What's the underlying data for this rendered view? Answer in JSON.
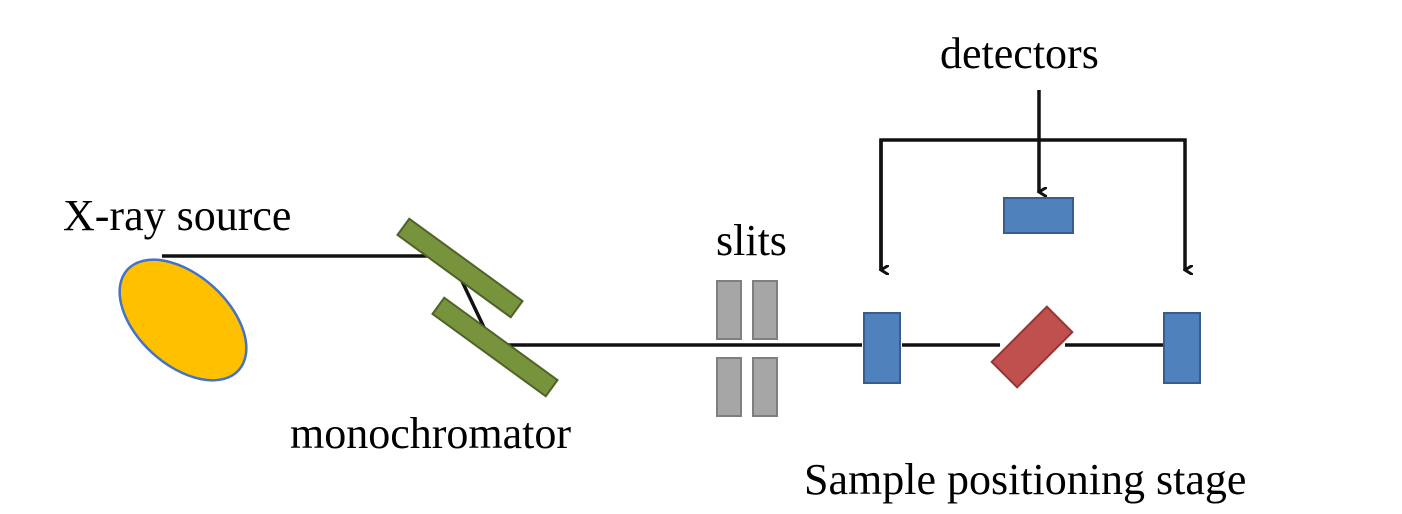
{
  "labels": {
    "source": "X-ray source",
    "monochromator": "monochromator",
    "slits": "slits",
    "detectors": "detectors",
    "stage": "Sample positioning stage"
  },
  "colors": {
    "source_fill": "#FFC000",
    "source_stroke": "#4472C4",
    "crystal_fill": "#77933C",
    "crystal_stroke": "#4F6228",
    "slit_fill": "#A6A6A6",
    "slit_stroke": "#7F7F7F",
    "detector_fill": "#4F81BD",
    "detector_stroke": "#385D8A",
    "sample_fill": "#C0504D",
    "sample_stroke": "#943634",
    "line": "#111111"
  }
}
